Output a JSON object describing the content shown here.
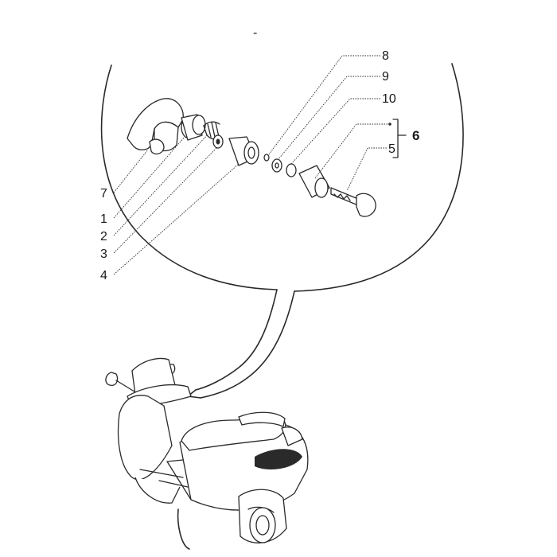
{
  "callouts": {
    "c1": "1",
    "c2": "2",
    "c3": "3",
    "c4": "4",
    "c5": "5",
    "c6": "6",
    "c7": "7",
    "c8": "8",
    "c9": "9",
    "c10": "10"
  },
  "top_mark": "-"
}
